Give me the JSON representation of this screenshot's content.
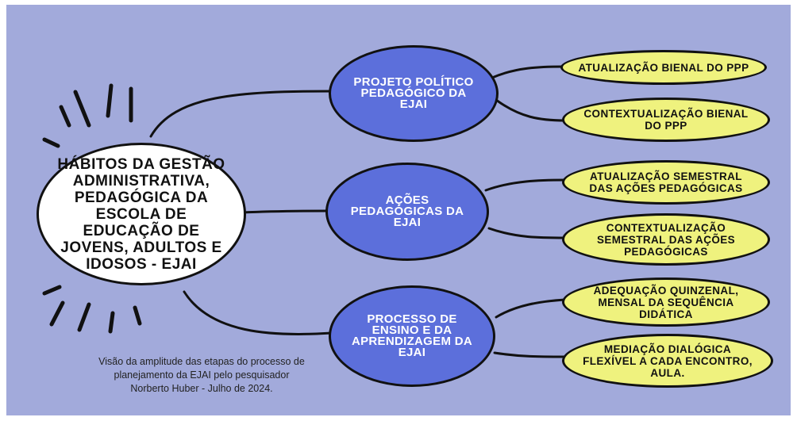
{
  "center": {
    "label": "HÁBITOS DA GESTÃO ADMINISTRATIVA, PEDAGÓGICA DA ESCOLA DE EDUCAÇÃO DE JOVENS, ADULTOS E IDOSOS - EJAI"
  },
  "branches": [
    {
      "label": "PROJETO POLÍTICO PEDAGÓGICO DA EJAI",
      "leaves": [
        "ATUALIZAÇÃO BIENAL DO PPP",
        "CONTEXTUALIZAÇÃO BIENAL DO PPP"
      ]
    },
    {
      "label": "AÇÕES PEDAGÓGICAS DA EJAI",
      "leaves": [
        "ATUALIZAÇÃO SEMESTRAL DAS AÇÕES PEDAGÓGICAS",
        "CONTEXTUALIZAÇÃO SEMESTRAL DAS AÇÕES PEDAGÓGICAS"
      ]
    },
    {
      "label": "PROCESSO DE ENSINO E DA APRENDIZAGEM DA EJAI",
      "leaves": [
        "ADEQUAÇÃO QUINZENAL, MENSAL DA SEQUÊNCIA DIDÁTICA",
        "MEDIAÇÃO DIALÓGICA FLEXÍVEL A CADA ENCONTRO, AULA."
      ]
    }
  ],
  "caption": {
    "line1": "Visão da amplitude das etapas do processo de",
    "line2": "planejamento da EJAI pelo pesquisador",
    "line3": "Norberto Huber - Julho de 2024."
  },
  "colors": {
    "background": "#a2aadb",
    "center_fill": "#ffffff",
    "branch_fill": "#5c6fdb",
    "leaf_fill": "#eff27e",
    "outline": "#111111"
  },
  "icons": [
    "sunburst-accent-top",
    "sunburst-accent-bottom"
  ]
}
